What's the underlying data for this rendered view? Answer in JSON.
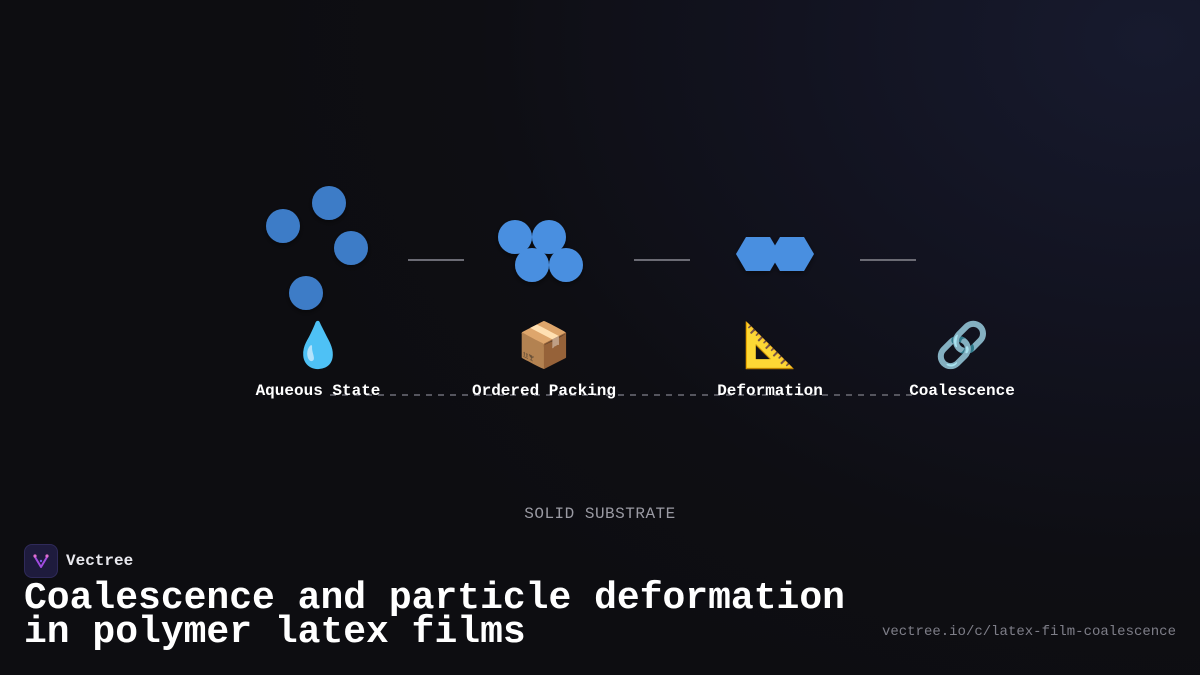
{
  "diagram": {
    "stages": [
      {
        "id": "aqueous",
        "label": "Aqueous State",
        "icon": "droplet-icon",
        "glyph": "💧"
      },
      {
        "id": "packing",
        "label": "Ordered Packing",
        "icon": "package-icon",
        "glyph": "📦"
      },
      {
        "id": "deformation",
        "label": "Deformation",
        "icon": "triangular-ruler-icon",
        "glyph": "📐"
      },
      {
        "id": "coalescence",
        "label": "Coalescence",
        "icon": "link-icon",
        "glyph": "🔗"
      }
    ],
    "substrate_label": "SOLID SUBSTRATE",
    "colors": {
      "particle_dispersed": "#3d7bc7",
      "particle_packed": "#4a8fe0",
      "connector": "#6b6b74",
      "substrate_line": "#55555e"
    }
  },
  "footer": {
    "brand_name": "Vectree",
    "title": "Coalescence and particle deformation in polymer latex films",
    "url": "vectree.io/c/latex-film-coalescence"
  }
}
